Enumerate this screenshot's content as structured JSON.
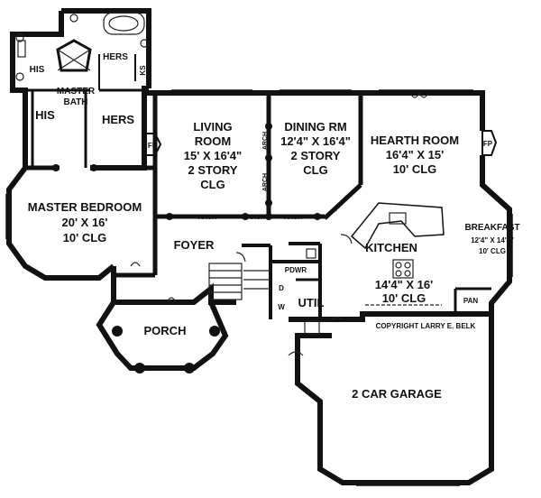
{
  "rooms": {
    "master_bath": {
      "line1": "MASTER",
      "line2": "BATH",
      "his_label": "HIS",
      "hers_label": "HERS"
    },
    "closets": {
      "his": "HIS",
      "hers": "HERS"
    },
    "ks": "KS",
    "living": {
      "name1": "LIVING",
      "name2": "ROOM",
      "size": "15' X 16'4\"",
      "clg1": "2 STORY",
      "clg2": "CLG"
    },
    "dining": {
      "name": "DINING RM",
      "size": "12'4\" X 16'4\"",
      "clg1": "2 STORY",
      "clg2": "CLG"
    },
    "hearth": {
      "name": "HEARTH ROOM",
      "size": "16'4\" X 15'",
      "clg": "10' CLG"
    },
    "breakfast": {
      "name": "BREAKFAST",
      "size": "12'4\" X 14'4\"",
      "clg": "10' CLG"
    },
    "master_bedroom": {
      "name": "MASTER BEDROOM",
      "size": "20' X 16'",
      "clg": "10' CLG"
    },
    "foyer": "FOYER",
    "kitchen": {
      "name": "KITCHEN",
      "size": "14'4\" X 16'",
      "clg": "10' CLG"
    },
    "porch": "PORCH",
    "pdwr": "PDWR",
    "util": "UTIL",
    "d": "D",
    "w": "W",
    "pan": "PAN",
    "garage": "2 CAR GARAGE"
  },
  "fireplaces": {
    "left": "FP",
    "right": "FP"
  },
  "arches": {
    "a1": "ARCH",
    "a2": "ARCH",
    "a3": "ARCH",
    "a4": "ARCH",
    "a5": "ARCH",
    "a6": "ARCH"
  },
  "copyright": "COPYRIGHT LARRY E. BELK"
}
